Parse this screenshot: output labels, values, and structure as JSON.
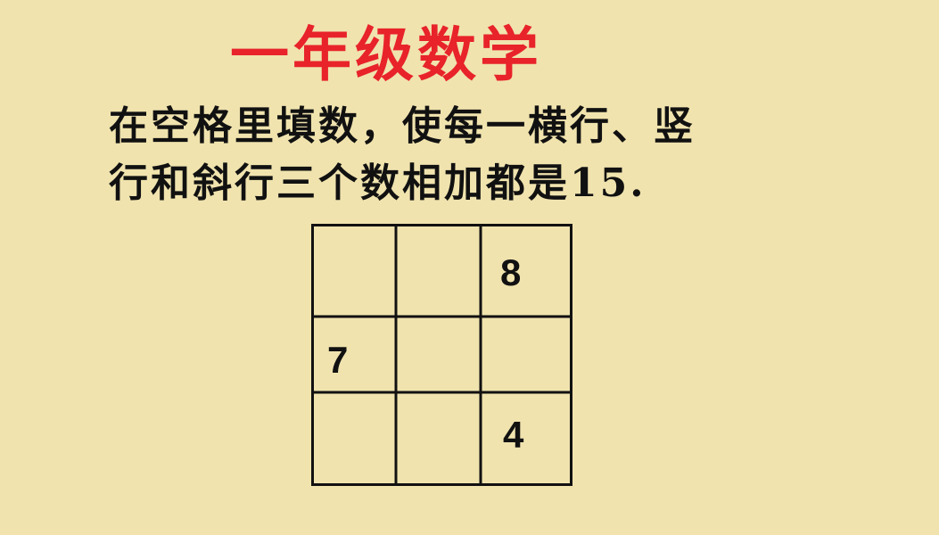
{
  "title": "一年级数学",
  "instruction": {
    "line1": "在空格里填数，使每一横行、竖",
    "line2": "行和斜行三个数相加都是15."
  },
  "grid": {
    "rows": [
      [
        "",
        "",
        "8"
      ],
      [
        "7",
        "",
        ""
      ],
      [
        "",
        "",
        "4"
      ]
    ]
  },
  "colors": {
    "background": "#f0e3ae",
    "title": "#e8232a",
    "text": "#111111"
  }
}
